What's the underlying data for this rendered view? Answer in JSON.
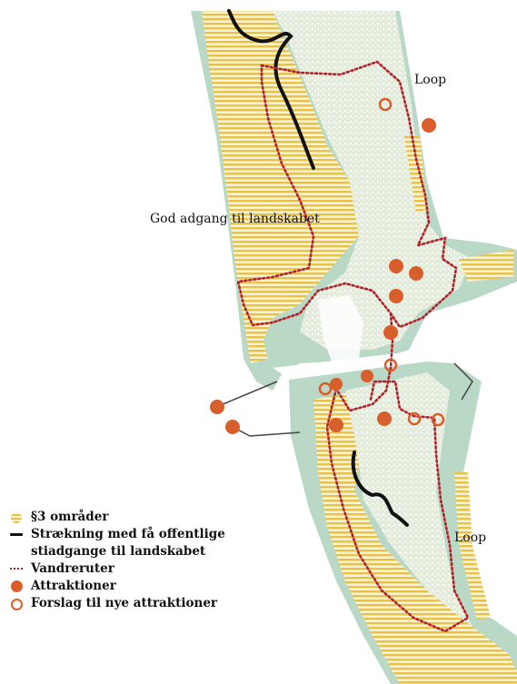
{
  "labels": {
    "loop_north": "Loop",
    "loop_south": "Loop",
    "good_access": "God adgang til landskabet"
  },
  "legend": {
    "items": [
      {
        "key": "protected",
        "text": "§3 områder"
      },
      {
        "key": "few_paths",
        "text": "Strækning med få offentlige"
      },
      {
        "key": "few_paths_cont",
        "text": "stiadgange til landskabet"
      },
      {
        "key": "routes",
        "text": "Vandreruter"
      },
      {
        "key": "attractions",
        "text": "Attraktioner"
      },
      {
        "key": "proposals",
        "text": "Forslag til nye attraktioner"
      }
    ]
  },
  "colors": {
    "sea": "#ffffff",
    "dune_green": "#b9d8c5",
    "urban_green": "#dfe9d6",
    "hatch_yellow": "#e7c24a",
    "hatch_light": "#fbf3d4",
    "route_red": "#b0212a",
    "attraction_orange": "#d85e2c",
    "line_black": "#111111"
  },
  "icons": {
    "protected": "hatched-circle-icon",
    "few_paths": "black-line-icon",
    "routes": "dotted-red-line-icon",
    "attractions": "orange-dot-icon",
    "proposals": "orange-ring-icon"
  }
}
